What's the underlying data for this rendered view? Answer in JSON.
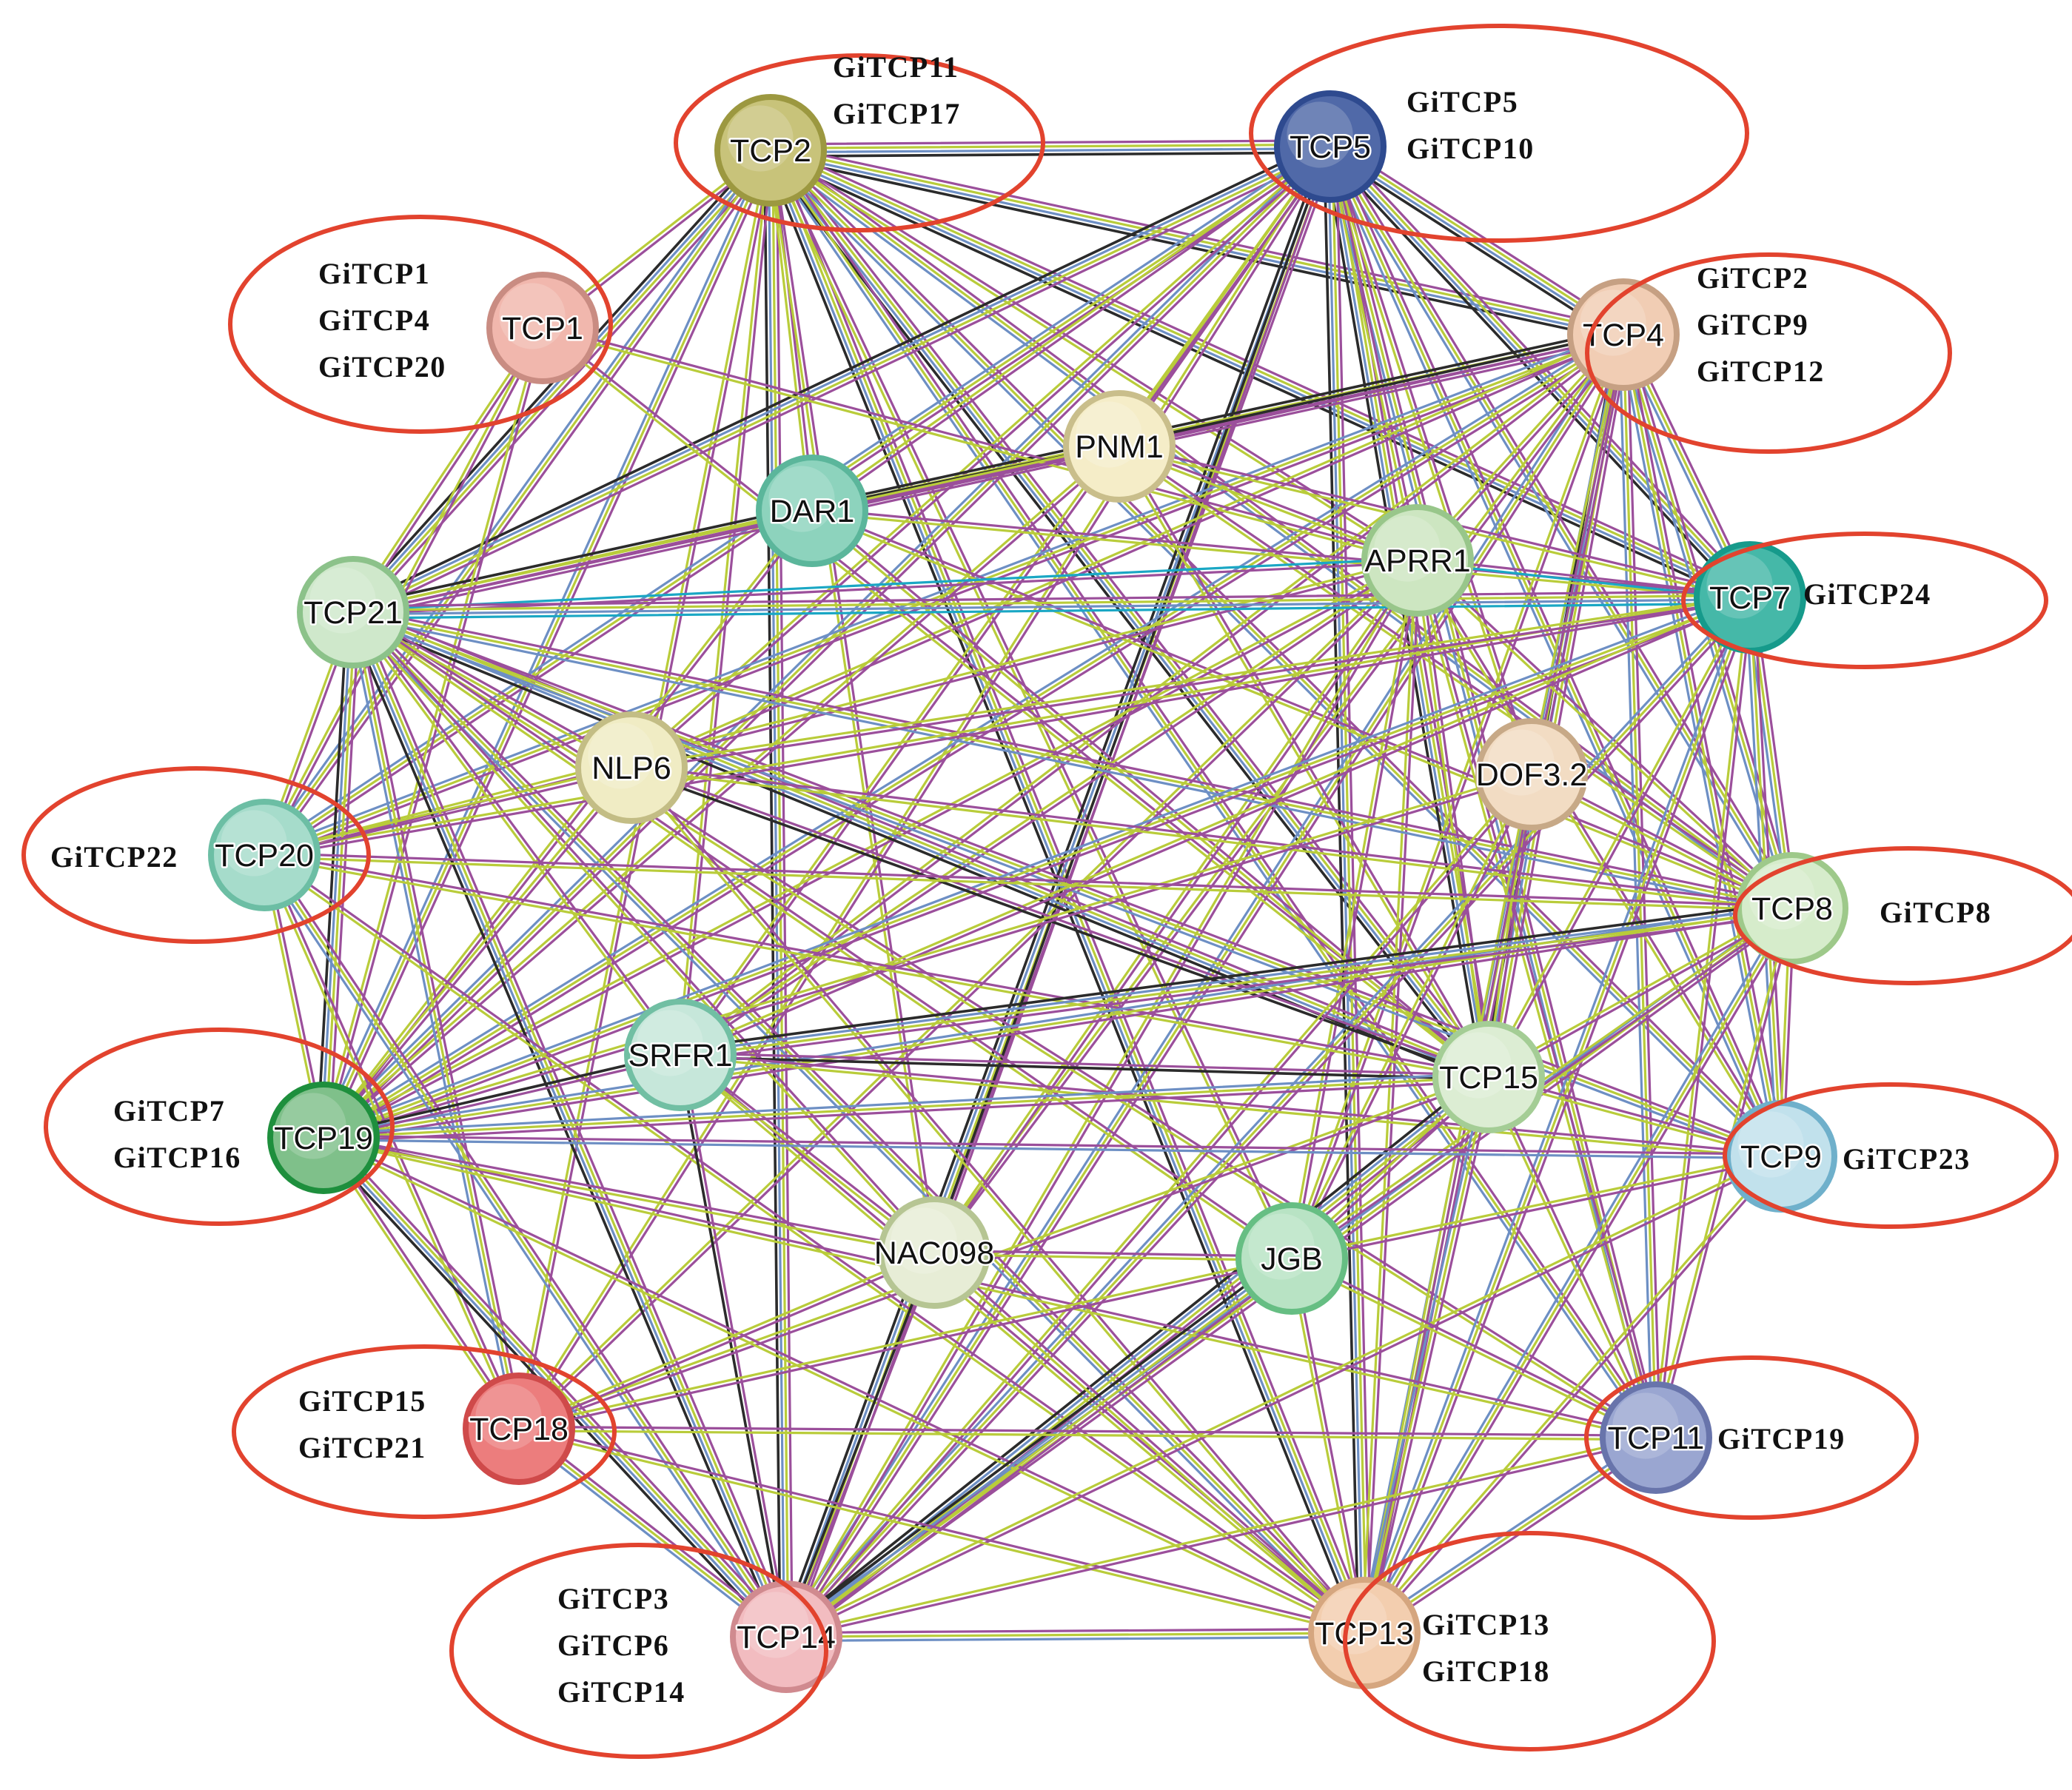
{
  "colors": {
    "edge_text_mining": "#b9cc3a",
    "edge_coexpression": "#2b2b2b",
    "edge_homology": "#9b4f9b",
    "edge_database": "#6d8fc4",
    "edge_curated": "#1aa7c4",
    "group_ring": "#e2432e"
  },
  "nodes": [
    {
      "id": "TCP2",
      "label": "TCP2",
      "fill": "#c8c37a",
      "stroke": "#9c9840"
    },
    {
      "id": "TCP5",
      "label": "TCP5",
      "fill": "#5069a8",
      "stroke": "#2e4a8f"
    },
    {
      "id": "TCP1",
      "label": "TCP1",
      "fill": "#f1b7ad",
      "stroke": "#c98c82"
    },
    {
      "id": "TCP4",
      "label": "TCP4",
      "fill": "#f1cdb4",
      "stroke": "#c6a083"
    },
    {
      "id": "PNM1",
      "label": "PNM1",
      "fill": "#f5edc8",
      "stroke": "#c9be8b"
    },
    {
      "id": "DAR1",
      "label": "DAR1",
      "fill": "#8dd3bd",
      "stroke": "#5bb69b"
    },
    {
      "id": "APRR1",
      "label": "APRR1",
      "fill": "#cde6c1",
      "stroke": "#98c68a"
    },
    {
      "id": "TCP21",
      "label": "TCP21",
      "fill": "#cfe8cb",
      "stroke": "#8cc28a"
    },
    {
      "id": "TCP7",
      "label": "TCP7",
      "fill": "#45b8a8",
      "stroke": "#169a8b"
    },
    {
      "id": "NLP6",
      "label": "NLP6",
      "fill": "#f0ecc4",
      "stroke": "#c3bd85"
    },
    {
      "id": "DOF3.2",
      "label": "DOF3.2",
      "fill": "#f2dcc3",
      "stroke": "#c7a987"
    },
    {
      "id": "TCP20",
      "label": "TCP20",
      "fill": "#a6dccb",
      "stroke": "#6cbea4"
    },
    {
      "id": "TCP8",
      "label": "TCP8",
      "fill": "#d6eccb",
      "stroke": "#9ec98a"
    },
    {
      "id": "SRFR1",
      "label": "SRFR1",
      "fill": "#c6e7da",
      "stroke": "#71bfa3"
    },
    {
      "id": "TCP15",
      "label": "TCP15",
      "fill": "#dcedd3",
      "stroke": "#a4cd95"
    },
    {
      "id": "TCP19",
      "label": "TCP19",
      "fill": "#7fc08a",
      "stroke": "#1e8f3d"
    },
    {
      "id": "TCP9",
      "label": "TCP9",
      "fill": "#c1e1ec",
      "stroke": "#6fb0cb"
    },
    {
      "id": "NAC098",
      "label": "NAC098",
      "fill": "#e7edd6",
      "stroke": "#b6c593"
    },
    {
      "id": "JGB",
      "label": "JGB",
      "fill": "#b8e3c4",
      "stroke": "#66be83"
    },
    {
      "id": "TCP18",
      "label": "TCP18",
      "fill": "#ec7d7d",
      "stroke": "#cf4a4a"
    },
    {
      "id": "TCP11",
      "label": "TCP11",
      "fill": "#9aa6d1",
      "stroke": "#6874ab"
    },
    {
      "id": "TCP14",
      "label": "TCP14",
      "fill": "#f2bcc0",
      "stroke": "#d08a8f"
    },
    {
      "id": "TCP13",
      "label": "TCP13",
      "fill": "#f3ceaf",
      "stroke": "#d5a67f"
    }
  ],
  "groups": [
    {
      "node": "TCP2",
      "labels": [
        "GiTCP11",
        "GiTCP17"
      ]
    },
    {
      "node": "TCP5",
      "labels": [
        "GiTCP5",
        "GiTCP10"
      ]
    },
    {
      "node": "TCP1",
      "labels": [
        "GiTCP1",
        "GiTCP4",
        "GiTCP20"
      ]
    },
    {
      "node": "TCP4",
      "labels": [
        "GiTCP2",
        "GiTCP9",
        "GiTCP12"
      ]
    },
    {
      "node": "TCP7",
      "labels": [
        "GiTCP24"
      ]
    },
    {
      "node": "TCP20",
      "labels": [
        "GiTCP22"
      ]
    },
    {
      "node": "TCP8",
      "labels": [
        "GiTCP8"
      ]
    },
    {
      "node": "TCP19",
      "labels": [
        "GiTCP7",
        "GiTCP16"
      ]
    },
    {
      "node": "TCP9",
      "labels": [
        "GiTCP23"
      ]
    },
    {
      "node": "TCP18",
      "labels": [
        "GiTCP15",
        "GiTCP21"
      ]
    },
    {
      "node": "TCP11",
      "labels": [
        "GiTCP19"
      ]
    },
    {
      "node": "TCP14",
      "labels": [
        "GiTCP3",
        "GiTCP6",
        "GiTCP14"
      ]
    },
    {
      "node": "TCP13",
      "labels": [
        "GiTCP13",
        "GiTCP18"
      ]
    }
  ],
  "edges": [
    [
      "TCP2",
      "TCP5",
      "ybk"
    ],
    [
      "TCP2",
      "TCP4",
      "ybk"
    ],
    [
      "TCP2",
      "TCP7",
      "ybk"
    ],
    [
      "TCP2",
      "TCP21",
      "ybk"
    ],
    [
      "TCP2",
      "TCP14",
      "ybk"
    ],
    [
      "TCP2",
      "TCP15",
      "ybk"
    ],
    [
      "TCP2",
      "TCP13",
      "ybk"
    ],
    [
      "TCP2",
      "TCP8",
      "yb"
    ],
    [
      "TCP2",
      "TCP19",
      "yb"
    ],
    [
      "TCP2",
      "TCP20",
      "yb"
    ],
    [
      "TCP2",
      "TCP1",
      "y"
    ],
    [
      "TCP2",
      "DAR1",
      "y"
    ],
    [
      "TCP2",
      "APRR1",
      "y"
    ],
    [
      "TCP2",
      "TCP11",
      "yb"
    ],
    [
      "TCP2",
      "TCP9",
      "yb"
    ],
    [
      "TCP2",
      "TCP18",
      "y"
    ],
    [
      "TCP2",
      "SRFR1",
      "y"
    ],
    [
      "TCP2",
      "NAC098",
      "y"
    ],
    [
      "TCP2",
      "JGB",
      "y"
    ],
    [
      "TCP5",
      "TCP4",
      "ybk"
    ],
    [
      "TCP5",
      "TCP7",
      "ybk"
    ],
    [
      "TCP5",
      "TCP21",
      "ybk"
    ],
    [
      "TCP5",
      "TCP14",
      "ybk"
    ],
    [
      "TCP5",
      "TCP15",
      "ybk"
    ],
    [
      "TCP5",
      "TCP13",
      "ybk"
    ],
    [
      "TCP5",
      "TCP8",
      "yb"
    ],
    [
      "TCP5",
      "TCP19",
      "yb"
    ],
    [
      "TCP5",
      "TCP20",
      "yb"
    ],
    [
      "TCP5",
      "TCP11",
      "yb"
    ],
    [
      "TCP5",
      "TCP9",
      "yb"
    ],
    [
      "TCP5",
      "NAC098",
      "k"
    ],
    [
      "TCP5",
      "DAR1",
      "y"
    ],
    [
      "TCP5",
      "APRR1",
      "y"
    ],
    [
      "TCP5",
      "DOF3.2",
      "y"
    ],
    [
      "TCP5",
      "PNM1",
      "y"
    ],
    [
      "TCP5",
      "TCP18",
      "y"
    ],
    [
      "TCP5",
      "SRFR1",
      "y"
    ],
    [
      "TCP5",
      "NLP6",
      "y"
    ],
    [
      "TCP4",
      "TCP7",
      "yb"
    ],
    [
      "TCP4",
      "TCP21",
      "ybk"
    ],
    [
      "TCP4",
      "TCP14",
      "yb"
    ],
    [
      "TCP4",
      "TCP15",
      "ybk"
    ],
    [
      "TCP4",
      "TCP13",
      "yb"
    ],
    [
      "TCP4",
      "TCP8",
      "yb"
    ],
    [
      "TCP4",
      "TCP19",
      "yb"
    ],
    [
      "TCP4",
      "TCP20",
      "yb"
    ],
    [
      "TCP4",
      "TCP11",
      "yb"
    ],
    [
      "TCP4",
      "TCP9",
      "yb"
    ],
    [
      "TCP4",
      "DAR1",
      "y"
    ],
    [
      "TCP4",
      "APRR1",
      "y"
    ],
    [
      "TCP4",
      "DOF3.2",
      "y"
    ],
    [
      "TCP4",
      "PNM1",
      "k"
    ],
    [
      "TCP4",
      "JGB",
      "y"
    ],
    [
      "TCP4",
      "SRFR1",
      "y"
    ],
    [
      "TCP4",
      "NLP6",
      "y"
    ],
    [
      "TCP4",
      "NAC098",
      "y"
    ],
    [
      "TCP1",
      "TCP21",
      "y"
    ],
    [
      "TCP1",
      "TCP19",
      "y"
    ],
    [
      "TCP1",
      "TCP20",
      "y"
    ],
    [
      "TCP1",
      "APRR1",
      "y"
    ],
    [
      "TCP1",
      "TCP15",
      "y"
    ],
    [
      "PNM1",
      "DAR1",
      "k"
    ],
    [
      "PNM1",
      "TCP7",
      "y"
    ],
    [
      "PNM1",
      "APRR1",
      "y"
    ],
    [
      "PNM1",
      "TCP21",
      "y"
    ],
    [
      "PNM1",
      "TCP8",
      "y"
    ],
    [
      "PNM1",
      "TCP15",
      "y"
    ],
    [
      "PNM1",
      "TCP19",
      "y"
    ],
    [
      "DAR1",
      "TCP21",
      "y"
    ],
    [
      "DAR1",
      "TCP15",
      "y"
    ],
    [
      "DAR1",
      "TCP7",
      "y"
    ],
    [
      "DAR1",
      "TCP19",
      "y"
    ],
    [
      "DAR1",
      "TCP8",
      "y"
    ],
    [
      "APRR1",
      "TCP7",
      "c"
    ],
    [
      "APRR1",
      "TCP21",
      "c"
    ],
    [
      "APRR1",
      "TCP15",
      "y"
    ],
    [
      "APRR1",
      "TCP14",
      "y"
    ],
    [
      "APRR1",
      "TCP13",
      "y"
    ],
    [
      "APRR1",
      "TCP19",
      "y"
    ],
    [
      "APRR1",
      "TCP8",
      "y"
    ],
    [
      "APRR1",
      "TCP11",
      "y"
    ],
    [
      "APRR1",
      "TCP9",
      "y"
    ],
    [
      "APRR1",
      "TCP20",
      "y"
    ],
    [
      "APRR1",
      "TCP18",
      "y"
    ],
    [
      "APRR1",
      "JGB",
      "y"
    ],
    [
      "APRR1",
      "NAC098",
      "y"
    ],
    [
      "APRR1",
      "SRFR1",
      "y"
    ],
    [
      "TCP21",
      "TCP7",
      "ybc"
    ],
    [
      "TCP21",
      "TCP19",
      "ybk"
    ],
    [
      "TCP21",
      "TCP14",
      "ybk"
    ],
    [
      "TCP21",
      "TCP15",
      "ybk"
    ],
    [
      "TCP21",
      "TCP13",
      "yb"
    ],
    [
      "TCP21",
      "TCP8",
      "yb"
    ],
    [
      "TCP21",
      "TCP9",
      "yb"
    ],
    [
      "TCP21",
      "TCP11",
      "y"
    ],
    [
      "TCP21",
      "TCP20",
      "y"
    ],
    [
      "TCP21",
      "TCP18",
      "yb"
    ],
    [
      "TCP21",
      "NLP6",
      "y"
    ],
    [
      "TCP21",
      "SRFR1",
      "y"
    ],
    [
      "TCP21",
      "NAC098",
      "y"
    ],
    [
      "TCP21",
      "JGB",
      "y"
    ],
    [
      "TCP7",
      "TCP19",
      "yb"
    ],
    [
      "TCP7",
      "TCP14",
      "yb"
    ],
    [
      "TCP7",
      "TCP15",
      "y"
    ],
    [
      "TCP7",
      "TCP13",
      "yb"
    ],
    [
      "TCP7",
      "TCP8",
      "yb"
    ],
    [
      "TCP7",
      "TCP9",
      "yb"
    ],
    [
      "TCP7",
      "TCP11",
      "y"
    ],
    [
      "TCP7",
      "TCP20",
      "y"
    ],
    [
      "TCP7",
      "NLP6",
      "y"
    ],
    [
      "TCP7",
      "SRFR1",
      "y"
    ],
    [
      "NLP6",
      "TCP20",
      "y"
    ],
    [
      "NLP6",
      "TCP19",
      "y"
    ],
    [
      "NLP6",
      "TCP8",
      "y"
    ],
    [
      "NLP6",
      "TCP15",
      "k"
    ],
    [
      "NLP6",
      "TCP13",
      "y"
    ],
    [
      "DOF3.2",
      "TCP14",
      "y"
    ],
    [
      "DOF3.2",
      "TCP15",
      "y"
    ],
    [
      "DOF3.2",
      "TCP19",
      "y"
    ],
    [
      "DOF3.2",
      "TCP8",
      "y"
    ],
    [
      "DOF3.2",
      "TCP13",
      "y"
    ],
    [
      "DOF3.2",
      "JGB",
      "y"
    ],
    [
      "TCP20",
      "TCP19",
      "y"
    ],
    [
      "TCP20",
      "TCP14",
      "yb"
    ],
    [
      "TCP20",
      "TCP15",
      "y"
    ],
    [
      "TCP20",
      "TCP8",
      "y"
    ],
    [
      "TCP20",
      "TCP13",
      "y"
    ],
    [
      "TCP20",
      "TCP18",
      "y"
    ],
    [
      "TCP8",
      "TCP19",
      "yb"
    ],
    [
      "TCP8",
      "TCP14",
      "yb"
    ],
    [
      "TCP8",
      "TCP15",
      "y"
    ],
    [
      "TCP8",
      "TCP13",
      "yb"
    ],
    [
      "TCP8",
      "SRFR1",
      "ybk"
    ],
    [
      "TCP8",
      "TCP11",
      "y"
    ],
    [
      "TCP8",
      "TCP9",
      "y"
    ],
    [
      "TCP8",
      "JGB",
      "y"
    ],
    [
      "SRFR1",
      "TCP15",
      "k"
    ],
    [
      "SRFR1",
      "TCP14",
      "k"
    ],
    [
      "SRFR1",
      "TCP19",
      "k"
    ],
    [
      "SRFR1",
      "TCP13",
      "y"
    ],
    [
      "SRFR1",
      "TCP9",
      "y"
    ],
    [
      "SRFR1",
      "NAC098",
      "y"
    ],
    [
      "TCP15",
      "TCP19",
      "yb"
    ],
    [
      "TCP15",
      "TCP14",
      "ybk"
    ],
    [
      "TCP15",
      "TCP13",
      "yb"
    ],
    [
      "TCP15",
      "TCP11",
      "y"
    ],
    [
      "TCP15",
      "TCP9",
      "y"
    ],
    [
      "TCP15",
      "JGB",
      "y"
    ],
    [
      "TCP15",
      "TCP18",
      "y"
    ],
    [
      "TCP19",
      "TCP14",
      "ybk"
    ],
    [
      "TCP19",
      "TCP13",
      "y"
    ],
    [
      "TCP19",
      "TCP9",
      "b"
    ],
    [
      "TCP19",
      "TCP18",
      "y"
    ],
    [
      "TCP19",
      "TCP11",
      "y"
    ],
    [
      "TCP19",
      "NAC098",
      "y"
    ],
    [
      "TCP9",
      "TCP14",
      "y"
    ],
    [
      "TCP9",
      "TCP13",
      "y"
    ],
    [
      "TCP9",
      "JGB",
      "y"
    ],
    [
      "NAC098",
      "TCP14",
      "k"
    ],
    [
      "NAC098",
      "TCP13",
      "y"
    ],
    [
      "NAC098",
      "TCP18",
      "y"
    ],
    [
      "NAC098",
      "JGB",
      "y"
    ],
    [
      "JGB",
      "TCP14",
      "ybk"
    ],
    [
      "JGB",
      "TCP13",
      "y"
    ],
    [
      "JGB",
      "TCP18",
      "y"
    ],
    [
      "JGB",
      "TCP11",
      "y"
    ],
    [
      "TCP18",
      "TCP14",
      "yb"
    ],
    [
      "TCP18",
      "TCP11",
      "y"
    ],
    [
      "TCP18",
      "TCP13",
      "y"
    ],
    [
      "TCP11",
      "TCP14",
      "y"
    ],
    [
      "TCP11",
      "TCP13",
      "yb"
    ],
    [
      "TCP14",
      "TCP13",
      "yb"
    ]
  ]
}
